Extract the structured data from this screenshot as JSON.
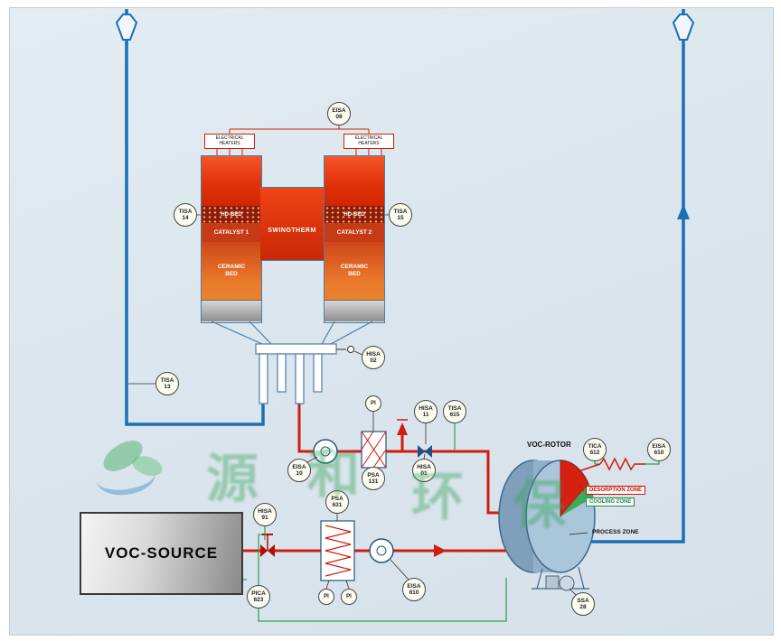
{
  "swingtherm": {
    "label": "SWINGTHERM",
    "heater_label": "ELECTRICAL HEATERS",
    "hd_bed": "HD-BED",
    "catalyst_left": "CATALYST 1",
    "catalyst_right": "CATALYST 2",
    "ceramic": "CERAMIC BED"
  },
  "source": {
    "label": "VOC-SOURCE"
  },
  "rotor": {
    "title": "VOC-ROTOR",
    "desorption": "DESORPTION ZONE",
    "cooling": "COOLING ZONE",
    "process": "PROCESS ZONE"
  },
  "instruments": [
    {
      "tag": "EISA",
      "num": "08"
    },
    {
      "tag": "TISA",
      "num": "14"
    },
    {
      "tag": "TISA",
      "num": "15"
    },
    {
      "tag": "HISA",
      "num": "02"
    },
    {
      "tag": "TISA",
      "num": "13"
    },
    {
      "tag": "PI",
      "num": "·"
    },
    {
      "tag": "HISA",
      "num": "11"
    },
    {
      "tag": "TISA",
      "num": "615"
    },
    {
      "tag": "EISA",
      "num": "10"
    },
    {
      "tag": "PSA",
      "num": "131"
    },
    {
      "tag": "HISA",
      "num": "01"
    },
    {
      "tag": "PSA",
      "num": "631"
    },
    {
      "tag": "HISA",
      "num": "91"
    },
    {
      "tag": "PICA",
      "num": "623"
    },
    {
      "tag": "PI",
      "num": "·"
    },
    {
      "tag": "PI",
      "num": "·"
    },
    {
      "tag": "EISA",
      "num": "610"
    },
    {
      "tag": "TICA",
      "num": "612"
    },
    {
      "tag": "EISA",
      "num": "610"
    },
    {
      "tag": "SSA",
      "num": "28"
    }
  ],
  "watermark": {
    "chars": [
      "源",
      "和",
      "环",
      "保"
    ]
  },
  "colors": {
    "pipe_red": "#cf1d0e",
    "pipe_blue": "#1b6fb5",
    "signal_green": "#2e9e53"
  }
}
